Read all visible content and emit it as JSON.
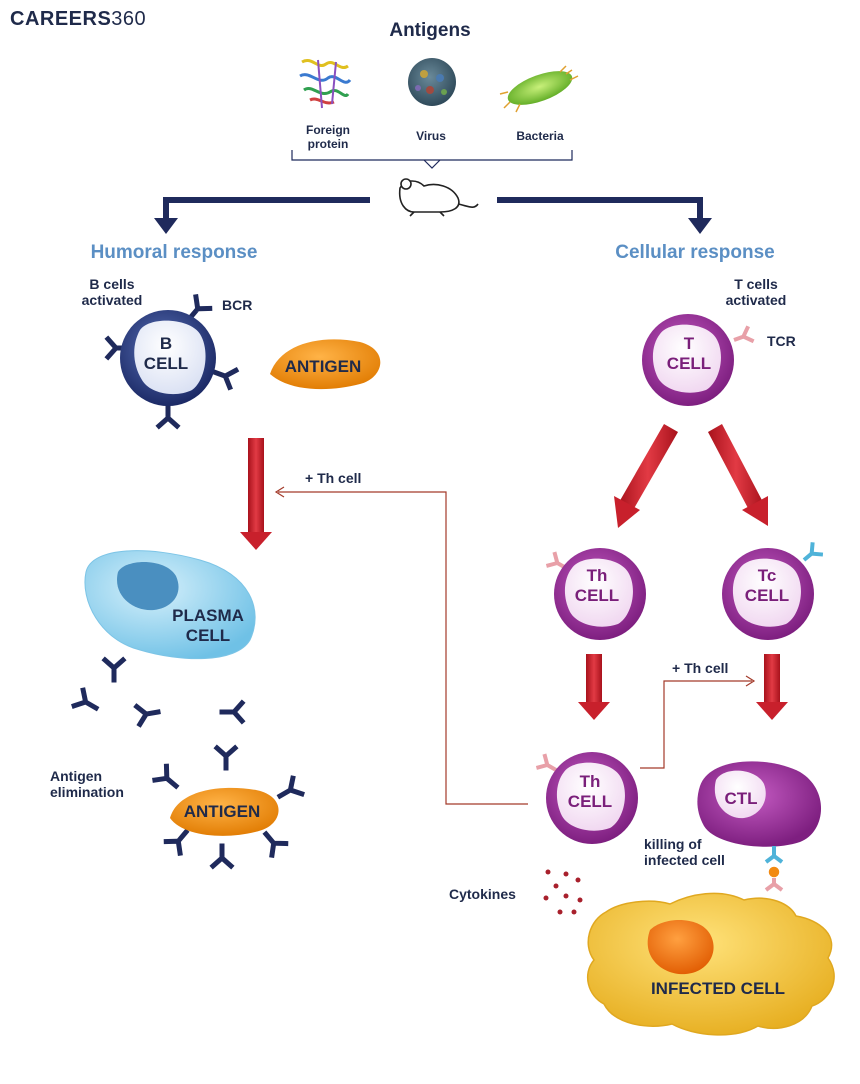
{
  "logo": {
    "brand": "CAREERS",
    "number": "360"
  },
  "title": "Antigens",
  "antigen_types": [
    "Foreign\nprotein",
    "Virus",
    "Bacteria"
  ],
  "humoral": {
    "heading": "Humoral response",
    "b_cells_activated": "B cells\nactivated",
    "bcr": "BCR",
    "b_cell": "B\nCELL",
    "antigen": "ANTIGEN",
    "th_link": "+ Th cell",
    "plasma_cell": "PLASMA\nCELL",
    "elimination": "Antigen\nelimination",
    "antigen2": "ANTIGEN"
  },
  "cellular": {
    "heading": "Cellular response",
    "t_cells_activated": "T cells\nactivated",
    "tcr": "TCR",
    "t_cell": "T\nCELL",
    "th_cell": "Th\nCELL",
    "tc_cell": "Tc\nCELL",
    "th_link": "+ Th cell",
    "th_cell2": "Th\nCELL",
    "ctl": "CTL",
    "killing": "killing of\ninfected cell",
    "cytokines": "Cytokines",
    "infected_cell": "INFECTED CELL"
  },
  "colors": {
    "navy": "#1f2a5c",
    "heading_blue": "#5b8fc4",
    "red_arrow": "#c8202c",
    "thin_line": "#a33a2a",
    "b_cell": "#2c3e7a",
    "purple_cell": "#9c2a9a",
    "plasma": "#8fd0ee",
    "antigen_orange": "#f28a12",
    "infected_yellow": "#f5c542"
  }
}
